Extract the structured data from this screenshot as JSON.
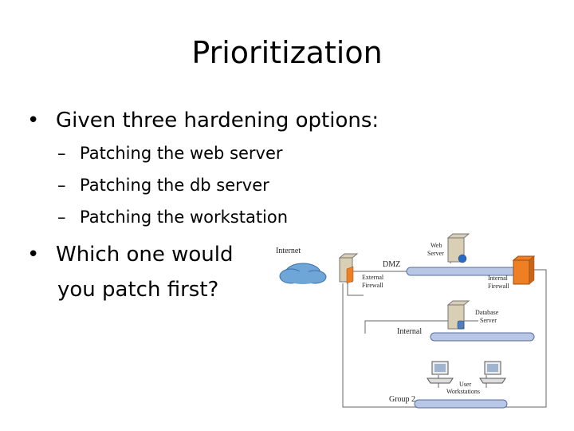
{
  "slide": {
    "title": "Prioritization",
    "bullet_1": "Given three hardening options:",
    "sub_items": [
      "Patching the web server",
      "Patching the db server",
      "Patching the workstation"
    ],
    "bullet_2_line_1": "Which one would",
    "bullet_2_line_2": "you patch first?"
  },
  "diagram": {
    "internet": "Internet",
    "web_server_1": "Web",
    "web_server_2": "Server",
    "dmz": "DMZ",
    "external_firewall_1": "External",
    "external_firewall_2": "Firewall",
    "internal_firewall_1": "Internal",
    "internal_firewall_2": "Firewall",
    "database_server_1": "Database",
    "database_server_2": "Server",
    "internal": "Internal",
    "user_workstations_1": "User",
    "user_workstations_2": "Workstations",
    "group_2": "Group 2"
  },
  "colors": {
    "network_bar": "#b8c7e6",
    "network_bar_stroke": "#5a6e9a",
    "cloud": "#6ea6d8",
    "firewall": "#ef7f22",
    "server": "#d8cfb5"
  }
}
